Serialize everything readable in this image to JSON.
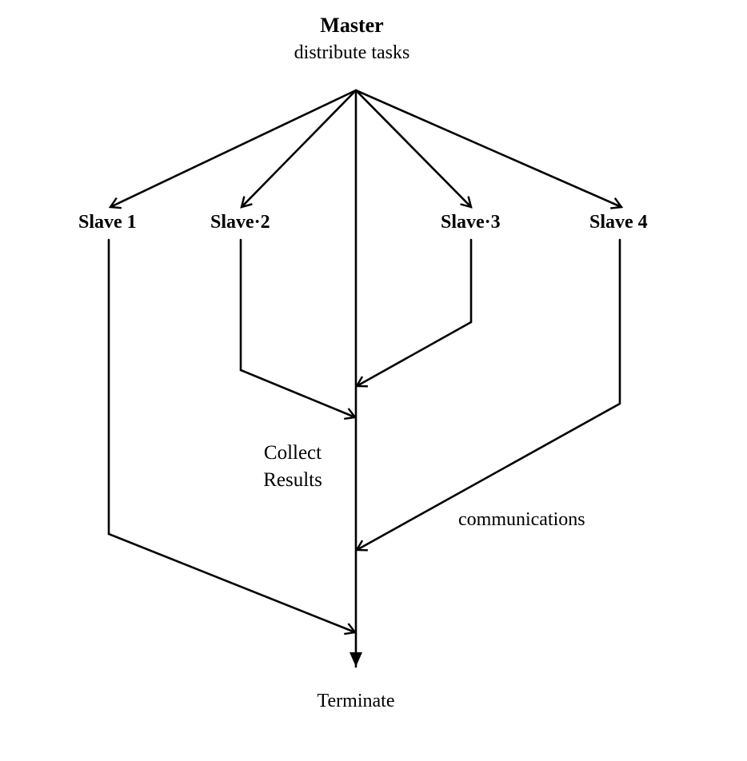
{
  "diagram": {
    "master": {
      "title": "Master",
      "subtitle": "distribute tasks"
    },
    "slaves": [
      {
        "label": "Slave 1"
      },
      {
        "label": "Slave·2"
      },
      {
        "label": "Slave·3"
      },
      {
        "label": "Slave 4"
      }
    ],
    "collect": {
      "line1": "Collect",
      "line2": "Results"
    },
    "communications": "communications",
    "terminate": "Terminate",
    "colors": {
      "line": "#000000",
      "background": "#ffffff"
    }
  }
}
